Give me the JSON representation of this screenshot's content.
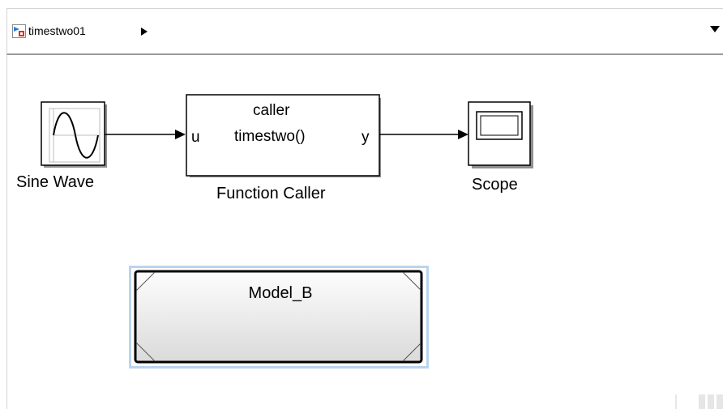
{
  "breadcrumb": {
    "model_name": "timestwo01",
    "icon": "simulink-model-icon"
  },
  "blocks": {
    "sine_wave": {
      "label": "Sine Wave",
      "icon": "sine-wave-icon"
    },
    "function_caller": {
      "label": "Function Caller",
      "line1": "caller",
      "function": "timestwo()",
      "input_port": "u",
      "output_port": "y"
    },
    "scope": {
      "label": "Scope",
      "icon": "scope-screen-icon"
    },
    "model_b": {
      "label": "Model_B"
    }
  },
  "colors": {
    "selection_highlight": "#b9d4f0",
    "toolbar_border": "#9a9a9a",
    "icon_red": "#d9341c",
    "icon_blue": "#2c7bd6"
  }
}
